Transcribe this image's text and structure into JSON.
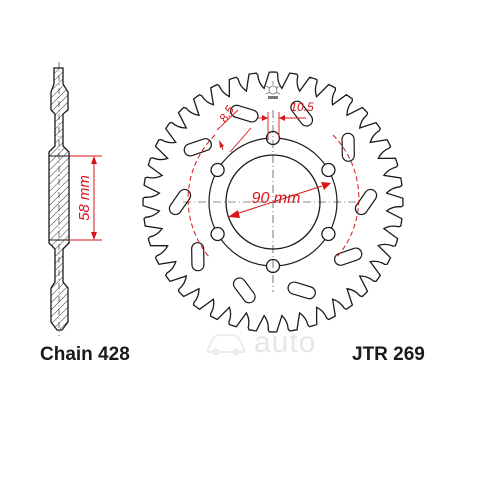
{
  "sprocket": {
    "teeth": 40,
    "bolt_holes": 6,
    "colors": {
      "outline": "#1a1a1a",
      "dimension": "#d7141a",
      "hatch": "#3a3a3a",
      "watermark": "#9a9a9a"
    }
  },
  "dimensions": {
    "bolt_circle": "90 mm",
    "hub_width": "58 mm",
    "hole_diameter": "8.5",
    "hole_spacing": "10.5"
  },
  "labels": {
    "chain": "Chain 428",
    "model": "JTR 269"
  },
  "watermark": {
    "text": "auto",
    "icon": "car-icon"
  },
  "logo": {
    "icon": "jt-logo-icon"
  }
}
